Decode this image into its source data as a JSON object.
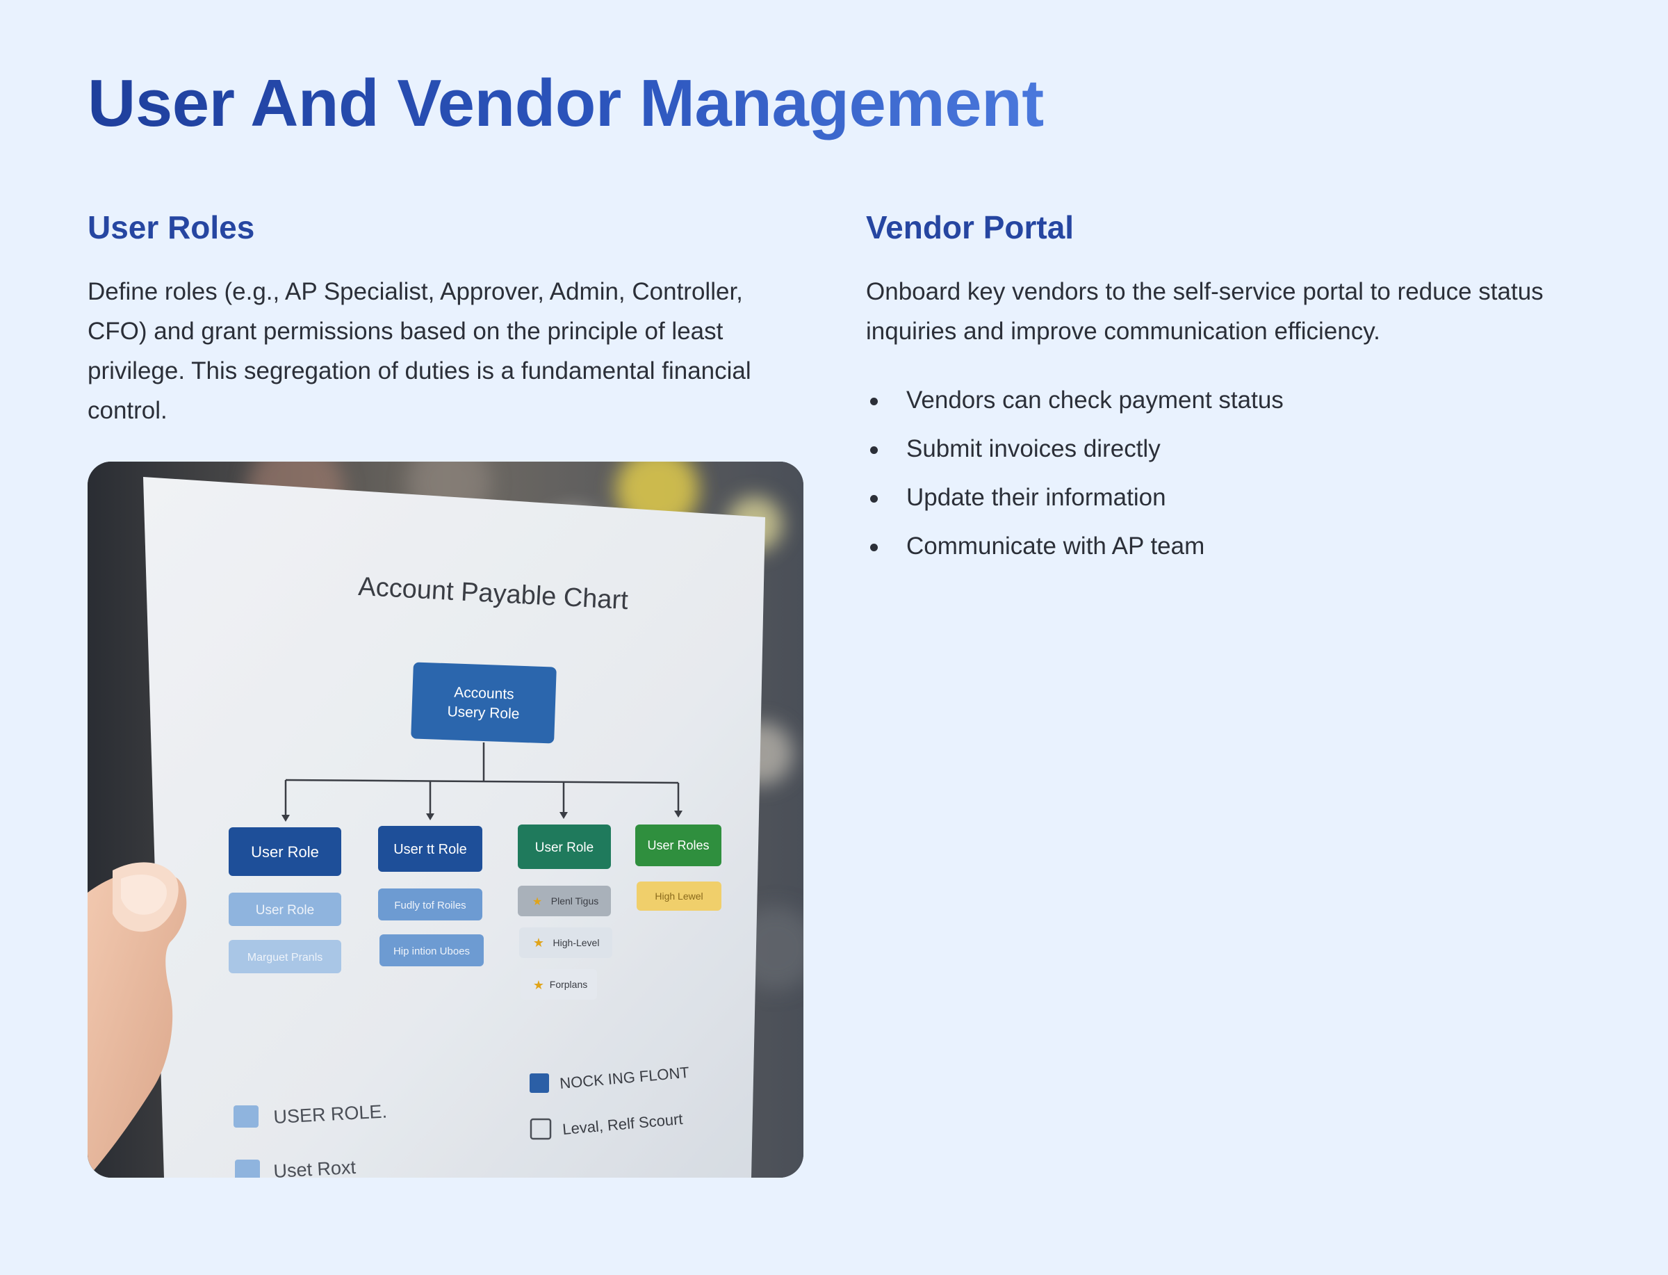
{
  "page": {
    "title": "User And Vendor Management"
  },
  "user_roles": {
    "heading": "User Roles",
    "body": "Define roles (e.g., AP Specialist, Approver, Admin, Controller, CFO) and grant permissions based on the principle of least privilege. This segregation of duties is a fundamental financial control."
  },
  "vendor_portal": {
    "heading": "Vendor Portal",
    "body": "Onboard key vendors to the self-service portal to reduce status inquiries and improve communication efficiency.",
    "bullets": [
      "Vendors can check payment status",
      "Submit invoices directly",
      "Update their information",
      "Communicate with AP team"
    ]
  },
  "photo": {
    "chart_title": "Account Payable Chart",
    "top_box": [
      "Accounts",
      "Usery Role"
    ],
    "role_boxes": [
      "User Role",
      "User tt Role",
      "User Role",
      "User Roles"
    ],
    "sub_col1": [
      "User Role",
      "Marguet Pranls"
    ],
    "sub_col2": [
      "Fudly tof Roiles",
      "Hip intion Uboes"
    ],
    "sub_col3": [
      "Plenl Tigus",
      "High-Level",
      "Forplans"
    ],
    "sub_col4": [
      "High Lewel"
    ],
    "legend_left": [
      "USER ROLE.",
      "Uset Roxt"
    ],
    "legend_right": [
      "NOCK ING FLONT",
      "Leval, Relf Scourt"
    ]
  },
  "colors": {
    "background": "#e9f2fe",
    "title": "#2347a8",
    "heading": "#2646a1",
    "body_text": "#2b2f38"
  }
}
